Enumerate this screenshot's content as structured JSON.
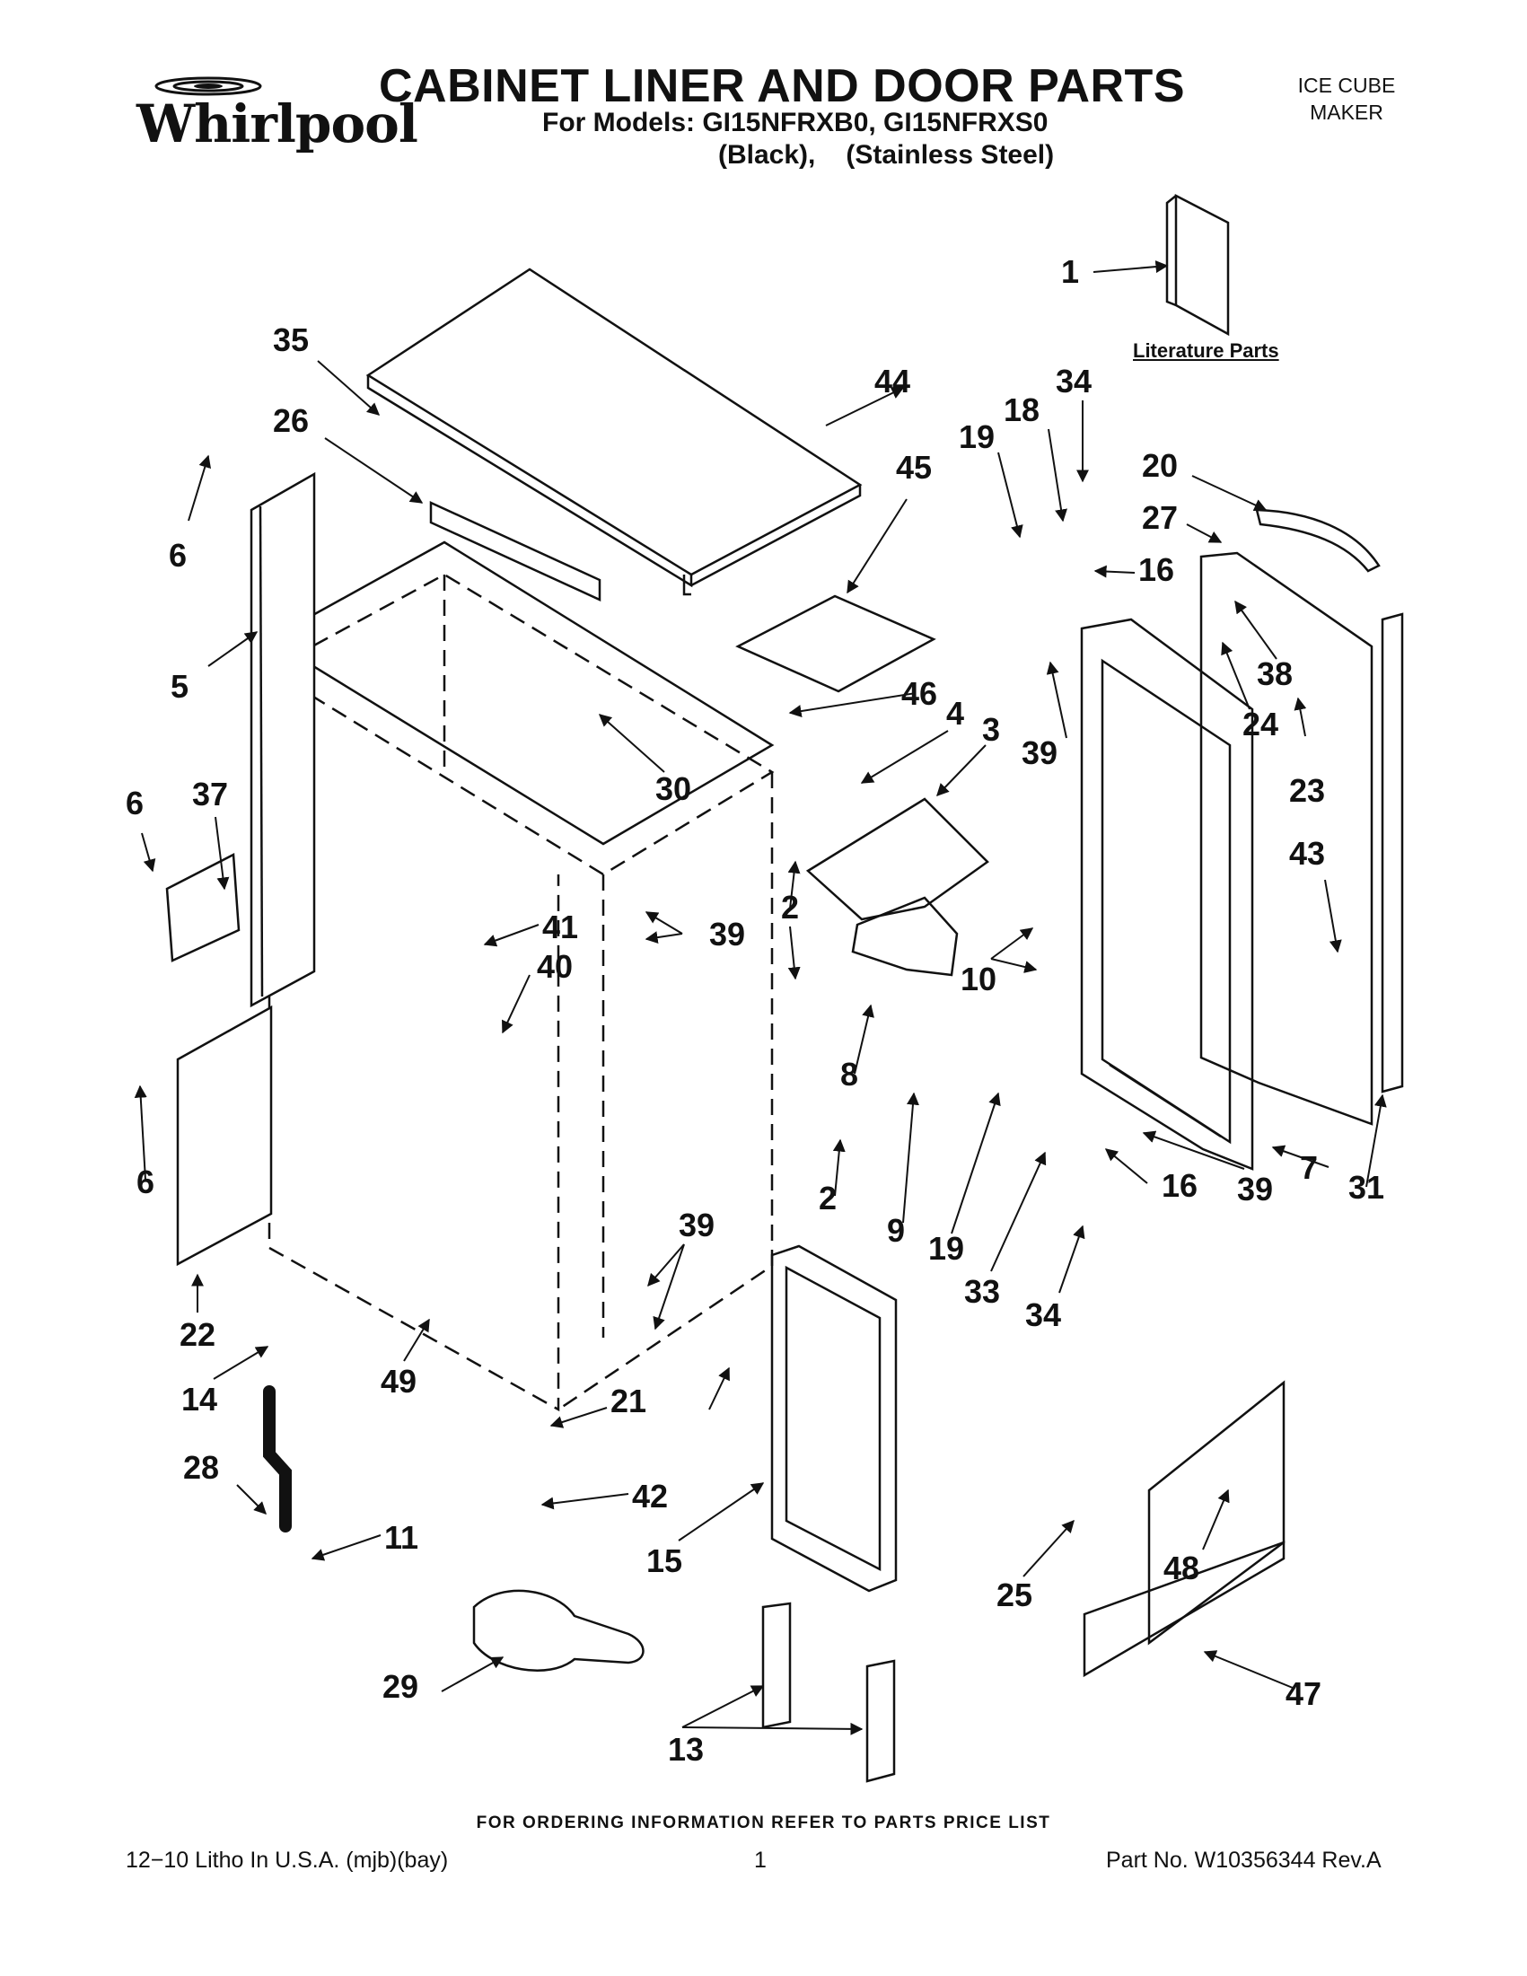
{
  "header": {
    "logo_text": "Whirlpool",
    "title": "CABINET LINER AND DOOR PARTS",
    "models": "For Models: GI15NFRXB0, GI15NFRXS0",
    "variants": [
      "(Black),",
      "(Stainless Steel)"
    ],
    "product_lines": [
      "ICE CUBE",
      "MAKER"
    ]
  },
  "literature_label": "Literature Parts",
  "callouts": {
    "c1": "1",
    "c35": "35",
    "c44": "44",
    "c26": "26",
    "c6a": "6",
    "c45": "45",
    "c34a": "34",
    "c18": "18",
    "c19a": "19",
    "c20": "20",
    "c27": "27",
    "c16a": "16",
    "c5": "5",
    "c46": "46",
    "c4": "4",
    "c3": "3",
    "c38": "38",
    "c39a": "39",
    "c24": "24",
    "c23": "23",
    "c30": "30",
    "c6b": "6",
    "c37": "37",
    "c43": "43",
    "c41": "41",
    "c39b": "39",
    "c2a": "2",
    "c40": "40",
    "c10": "10",
    "c8": "8",
    "c6c": "6",
    "c2b": "2",
    "c9": "9",
    "c19b": "19",
    "c16b": "16",
    "c39c": "39",
    "c7": "7",
    "c31": "31",
    "c33": "33",
    "c34b": "34",
    "c22": "22",
    "c39d": "39",
    "c14": "14",
    "c49": "49",
    "c21": "21",
    "c28": "28",
    "c42": "42",
    "c11": "11",
    "c15": "15",
    "c25": "25",
    "c48": "48",
    "c29": "29",
    "c47": "47",
    "c13": "13"
  },
  "footer": {
    "note": "FOR ORDERING INFORMATION REFER TO PARTS PRICE LIST",
    "left": "12−10 Litho In U.S.A. (mjb)(bay)",
    "page": "1",
    "right": "Part No. W10356344 Rev.A"
  }
}
